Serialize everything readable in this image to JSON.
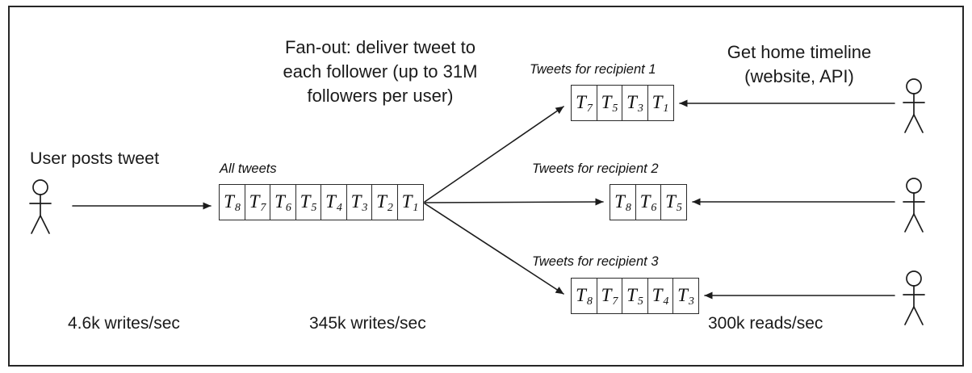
{
  "labels": {
    "user_posts": "User posts tweet",
    "fan_out": "Fan-out: deliver tweet to each follower (up to 31M followers per user)",
    "home_timeline": "Get home timeline (website, API)",
    "rate_writes_user": "4.6k writes/sec",
    "rate_writes_fanout": "345k writes/sec",
    "rate_reads": "300k reads/sec"
  },
  "queues": {
    "all_tweets": {
      "title": "All tweets",
      "cells": [
        {
          "b": "T",
          "s": "8"
        },
        {
          "b": "T",
          "s": "7"
        },
        {
          "b": "T",
          "s": "6"
        },
        {
          "b": "T",
          "s": "5"
        },
        {
          "b": "T",
          "s": "4"
        },
        {
          "b": "T",
          "s": "3"
        },
        {
          "b": "T",
          "s": "2"
        },
        {
          "b": "T",
          "s": "1"
        }
      ]
    },
    "recipient_1": {
      "title": "Tweets for recipient 1",
      "cells": [
        {
          "b": "T",
          "s": "7"
        },
        {
          "b": "T",
          "s": "5"
        },
        {
          "b": "T",
          "s": "3"
        },
        {
          "b": "T",
          "s": "1"
        }
      ]
    },
    "recipient_2": {
      "title": "Tweets for recipient 2",
      "cells": [
        {
          "b": "T",
          "s": "8"
        },
        {
          "b": "T",
          "s": "6"
        },
        {
          "b": "T",
          "s": "5"
        }
      ]
    },
    "recipient_3": {
      "title": "Tweets for recipient 3",
      "cells": [
        {
          "b": "T",
          "s": "8"
        },
        {
          "b": "T",
          "s": "7"
        },
        {
          "b": "T",
          "s": "5"
        },
        {
          "b": "T",
          "s": "4"
        },
        {
          "b": "T",
          "s": "3"
        }
      ]
    }
  }
}
